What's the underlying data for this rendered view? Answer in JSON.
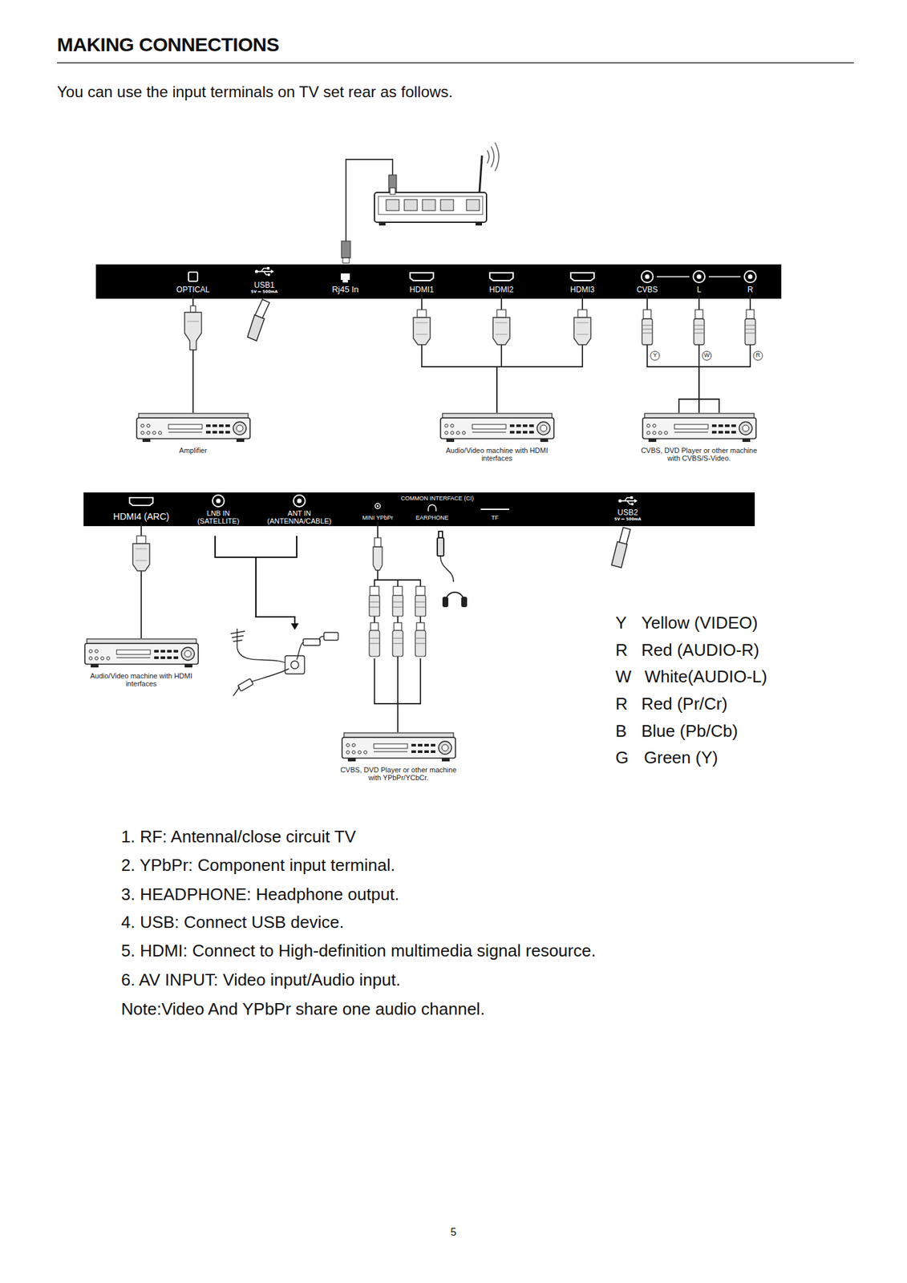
{
  "diagram": {
    "title": "MAKING CONNECTIONS",
    "nodes": [
      {
        "text": [
          "OPTICAL"
        ]
      },
      {
        "text": [
          "USB1",
          "5V ⎓ 500mA"
        ]
      },
      {
        "text": [
          "Rj45 In"
        ]
      },
      {
        "text": [
          "HDMI1"
        ]
      },
      {
        "text": [
          "HDMI2"
        ]
      },
      {
        "text": [
          "HDMI3"
        ]
      },
      {
        "text": [
          "CVBS"
        ]
      },
      {
        "text": [
          "L"
        ]
      },
      {
        "text": [
          "R"
        ]
      },
      {
        "text": [
          "Amplifier"
        ]
      },
      {
        "text": [
          "Audio/Video machine with HDMI interfaces"
        ]
      },
      {
        "text": [
          "CVBS, DVD Player or other machine with CVBS/S-Video."
        ]
      },
      {
        "text": [
          "HDMI4 (ARC)"
        ]
      },
      {
        "text": [
          "LNB IN (SATELLITE)"
        ]
      },
      {
        "text": [
          "ANT IN (ANTENNA/CABLE)"
        ]
      },
      {
        "text": [
          "MINI YPbPr"
        ]
      },
      {
        "text": [
          "EARPHONE"
        ]
      },
      {
        "text": [
          "TF"
        ]
      },
      {
        "text": [
          "USB2",
          "5V ⎓ 500mA"
        ]
      },
      {
        "text": [
          "Audio/Video machine with HDMI interfaces"
        ]
      },
      {
        "text": [
          "CVBS, DVD Player or other machine with YPbPr/YCbCr."
        ]
      }
    ],
    "edges": [
      {
        "from": 9,
        "to": 0,
        "arrow": "none"
      },
      {
        "from": 10,
        "to": 3,
        "arrow": "none"
      },
      {
        "from": 10,
        "to": 4,
        "arrow": "none"
      },
      {
        "from": 10,
        "to": 5,
        "arrow": "none"
      },
      {
        "from": 11,
        "to": 6,
        "arrow": "none"
      },
      {
        "from": 11,
        "to": 7,
        "arrow": "none"
      },
      {
        "from": 11,
        "to": 8,
        "arrow": "none"
      },
      {
        "from": 19,
        "to": 12,
        "arrow": "none"
      },
      {
        "from": 20,
        "to": 15,
        "arrow": "none"
      }
    ],
    "labels": [
      "You can use the input terminals on TV set rear as follows.",
      "COMMON INTERFACE (CI)",
      "Y",
      "W",
      "R",
      "Y",
      "Yellow (VIDEO)",
      "R",
      "Red (AUDIO-R)",
      "W",
      "White(AUDIO-L)",
      "R",
      "Red (Pr/Cr)",
      "B",
      "Blue (Pb/Cb)",
      "G",
      "Green (Y)",
      "1. RF: Antennal/close circuit TV",
      "2. YPbPr: Component input terminal.",
      "3. HEADPHONE: Headphone output.",
      "4. USB: Connect USB device.",
      "5. HDMI: Connect to High-definition multimedia signal resource.",
      "6. AV INPUT: Video input/Audio input.",
      "Note:Video And YPbPr share one audio channel.",
      "5"
    ]
  }
}
